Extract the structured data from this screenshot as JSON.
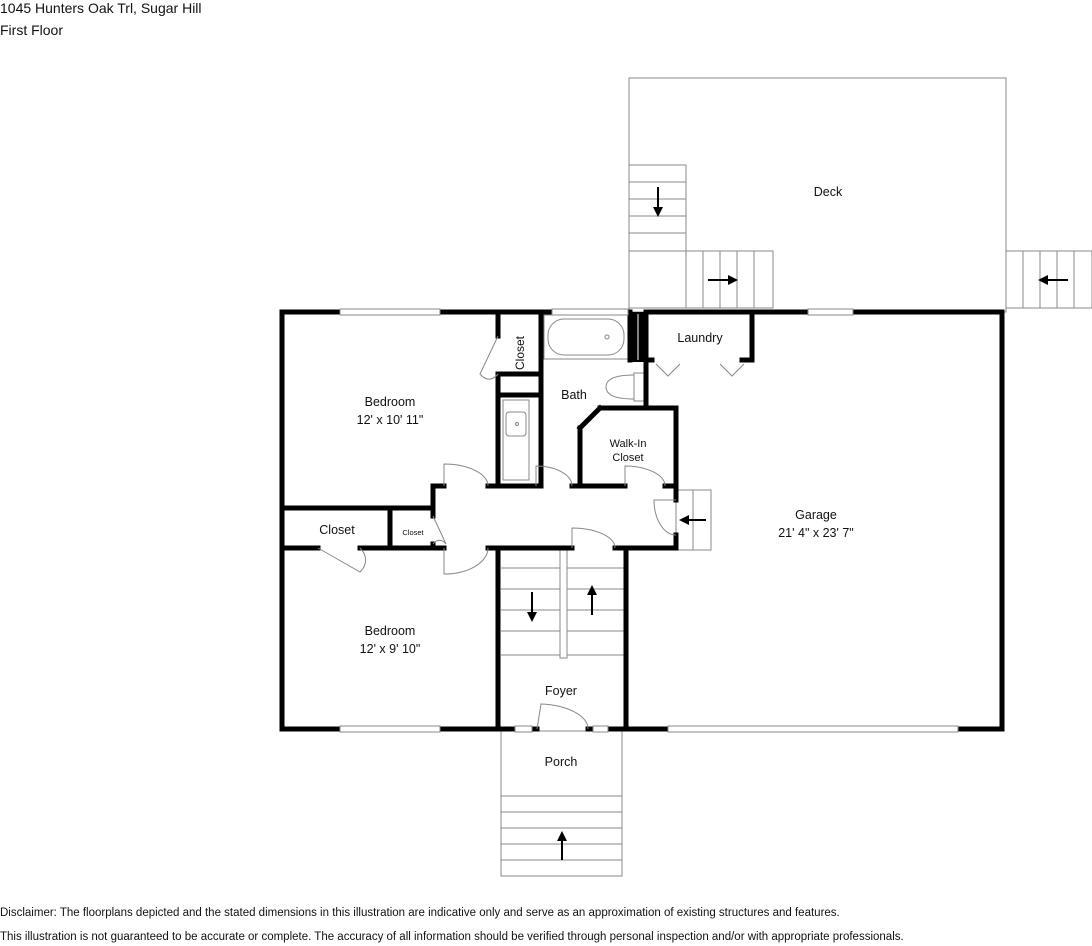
{
  "header": {
    "address": "1045 Hunters Oak Trl, Sugar Hill",
    "floor": "First Floor"
  },
  "rooms": {
    "deck": "Deck",
    "bedroom1": {
      "name": "Bedroom",
      "dims": "12' x 10' 11\""
    },
    "closet_upper": "Closet",
    "bath": "Bath",
    "laundry": "Laundry",
    "walkin_line1": "Walk-In",
    "walkin_line2": "Closet",
    "garage": {
      "name": "Garage",
      "dims": "21' 4\" x 23' 7\""
    },
    "closet_left": "Closet",
    "closet_small": "Closet",
    "bedroom2": {
      "name": "Bedroom",
      "dims": "12' x 9' 10\""
    },
    "foyer": "Foyer",
    "porch": "Porch"
  },
  "disclaimer": {
    "line1": "Disclaimer: The floorplans depicted and the stated dimensions in this illustration are indicative only and serve as an approximation of existing structures and features.",
    "line2": "This illustration is not guaranteed to be accurate or complete. The accuracy of all information should be verified through personal inspection and/or with appropriate professionals."
  },
  "colors": {
    "wall": "#000000",
    "outline": "#888888",
    "background": "#ffffff"
  }
}
